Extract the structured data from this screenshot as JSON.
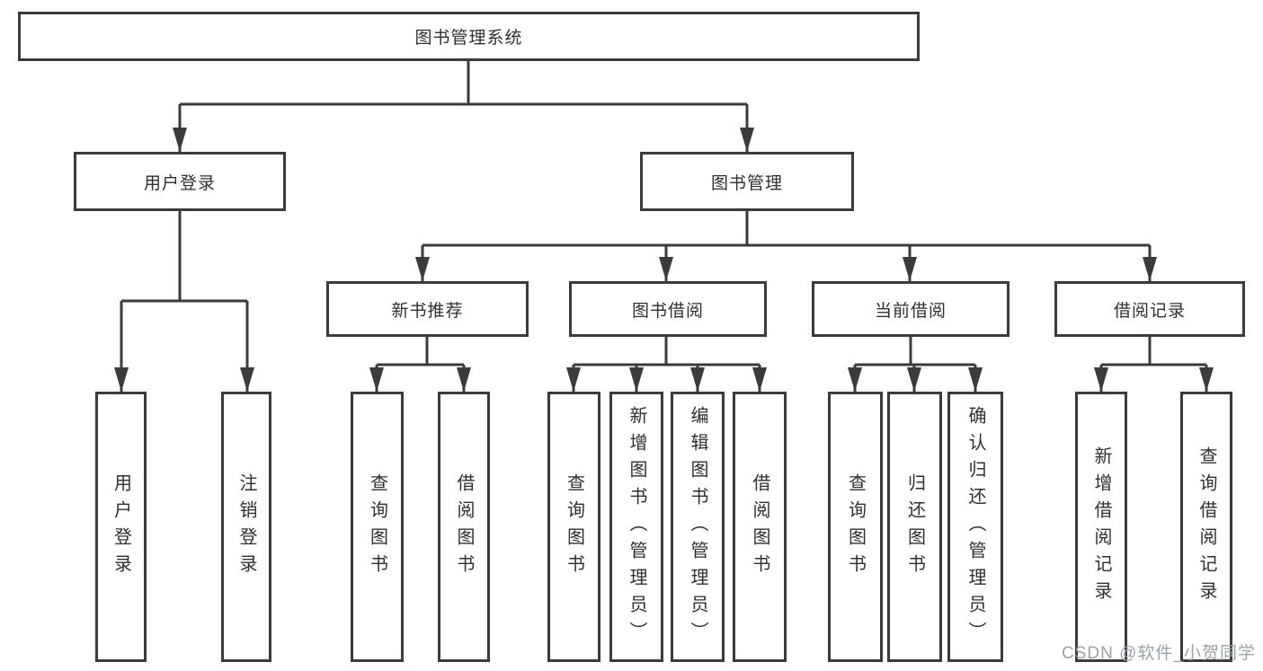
{
  "nodes": {
    "root": "图书管理系统",
    "l2_user_login": "用户登录",
    "l2_book_mgmt": "图书管理",
    "l3_new_book": "新书推荐",
    "l3_book_borrow": "图书借阅",
    "l3_current_borrow": "当前借阅",
    "l3_borrow_record": "借阅记录",
    "leaves": [
      "用户登录",
      "注销登录",
      "查询图书",
      "借阅图书",
      "查询图书",
      "新增图书（管理员）",
      "编辑图书（管理员）",
      "借阅图书",
      "查询图书",
      "归还图书",
      "确认归还（管理员）",
      "新增借阅记录",
      "查询借阅记录"
    ]
  },
  "watermark": "CSDN @软件_小贺同学",
  "colors": {
    "line": "#3b3b3b",
    "text": "#2f2f2f",
    "watermark": "#99a1a9",
    "background": "#ffffff"
  }
}
